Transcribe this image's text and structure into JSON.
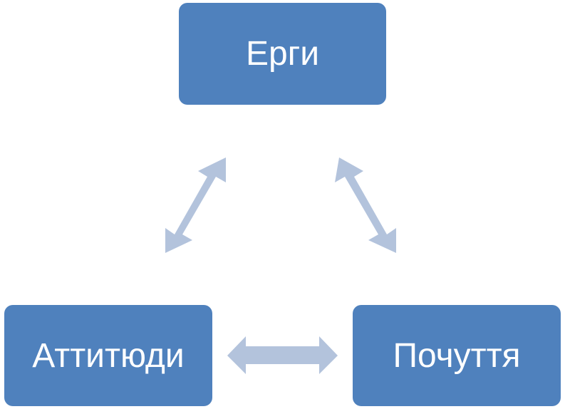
{
  "diagram": {
    "nodes": {
      "top": {
        "label": "Ерги"
      },
      "left": {
        "label": "Аттитюди"
      },
      "right": {
        "label": "Почуття"
      }
    },
    "colors": {
      "node_fill": "#4f81bd",
      "node_text": "#ffffff",
      "arrow_fill": "#b3c3dc"
    }
  }
}
